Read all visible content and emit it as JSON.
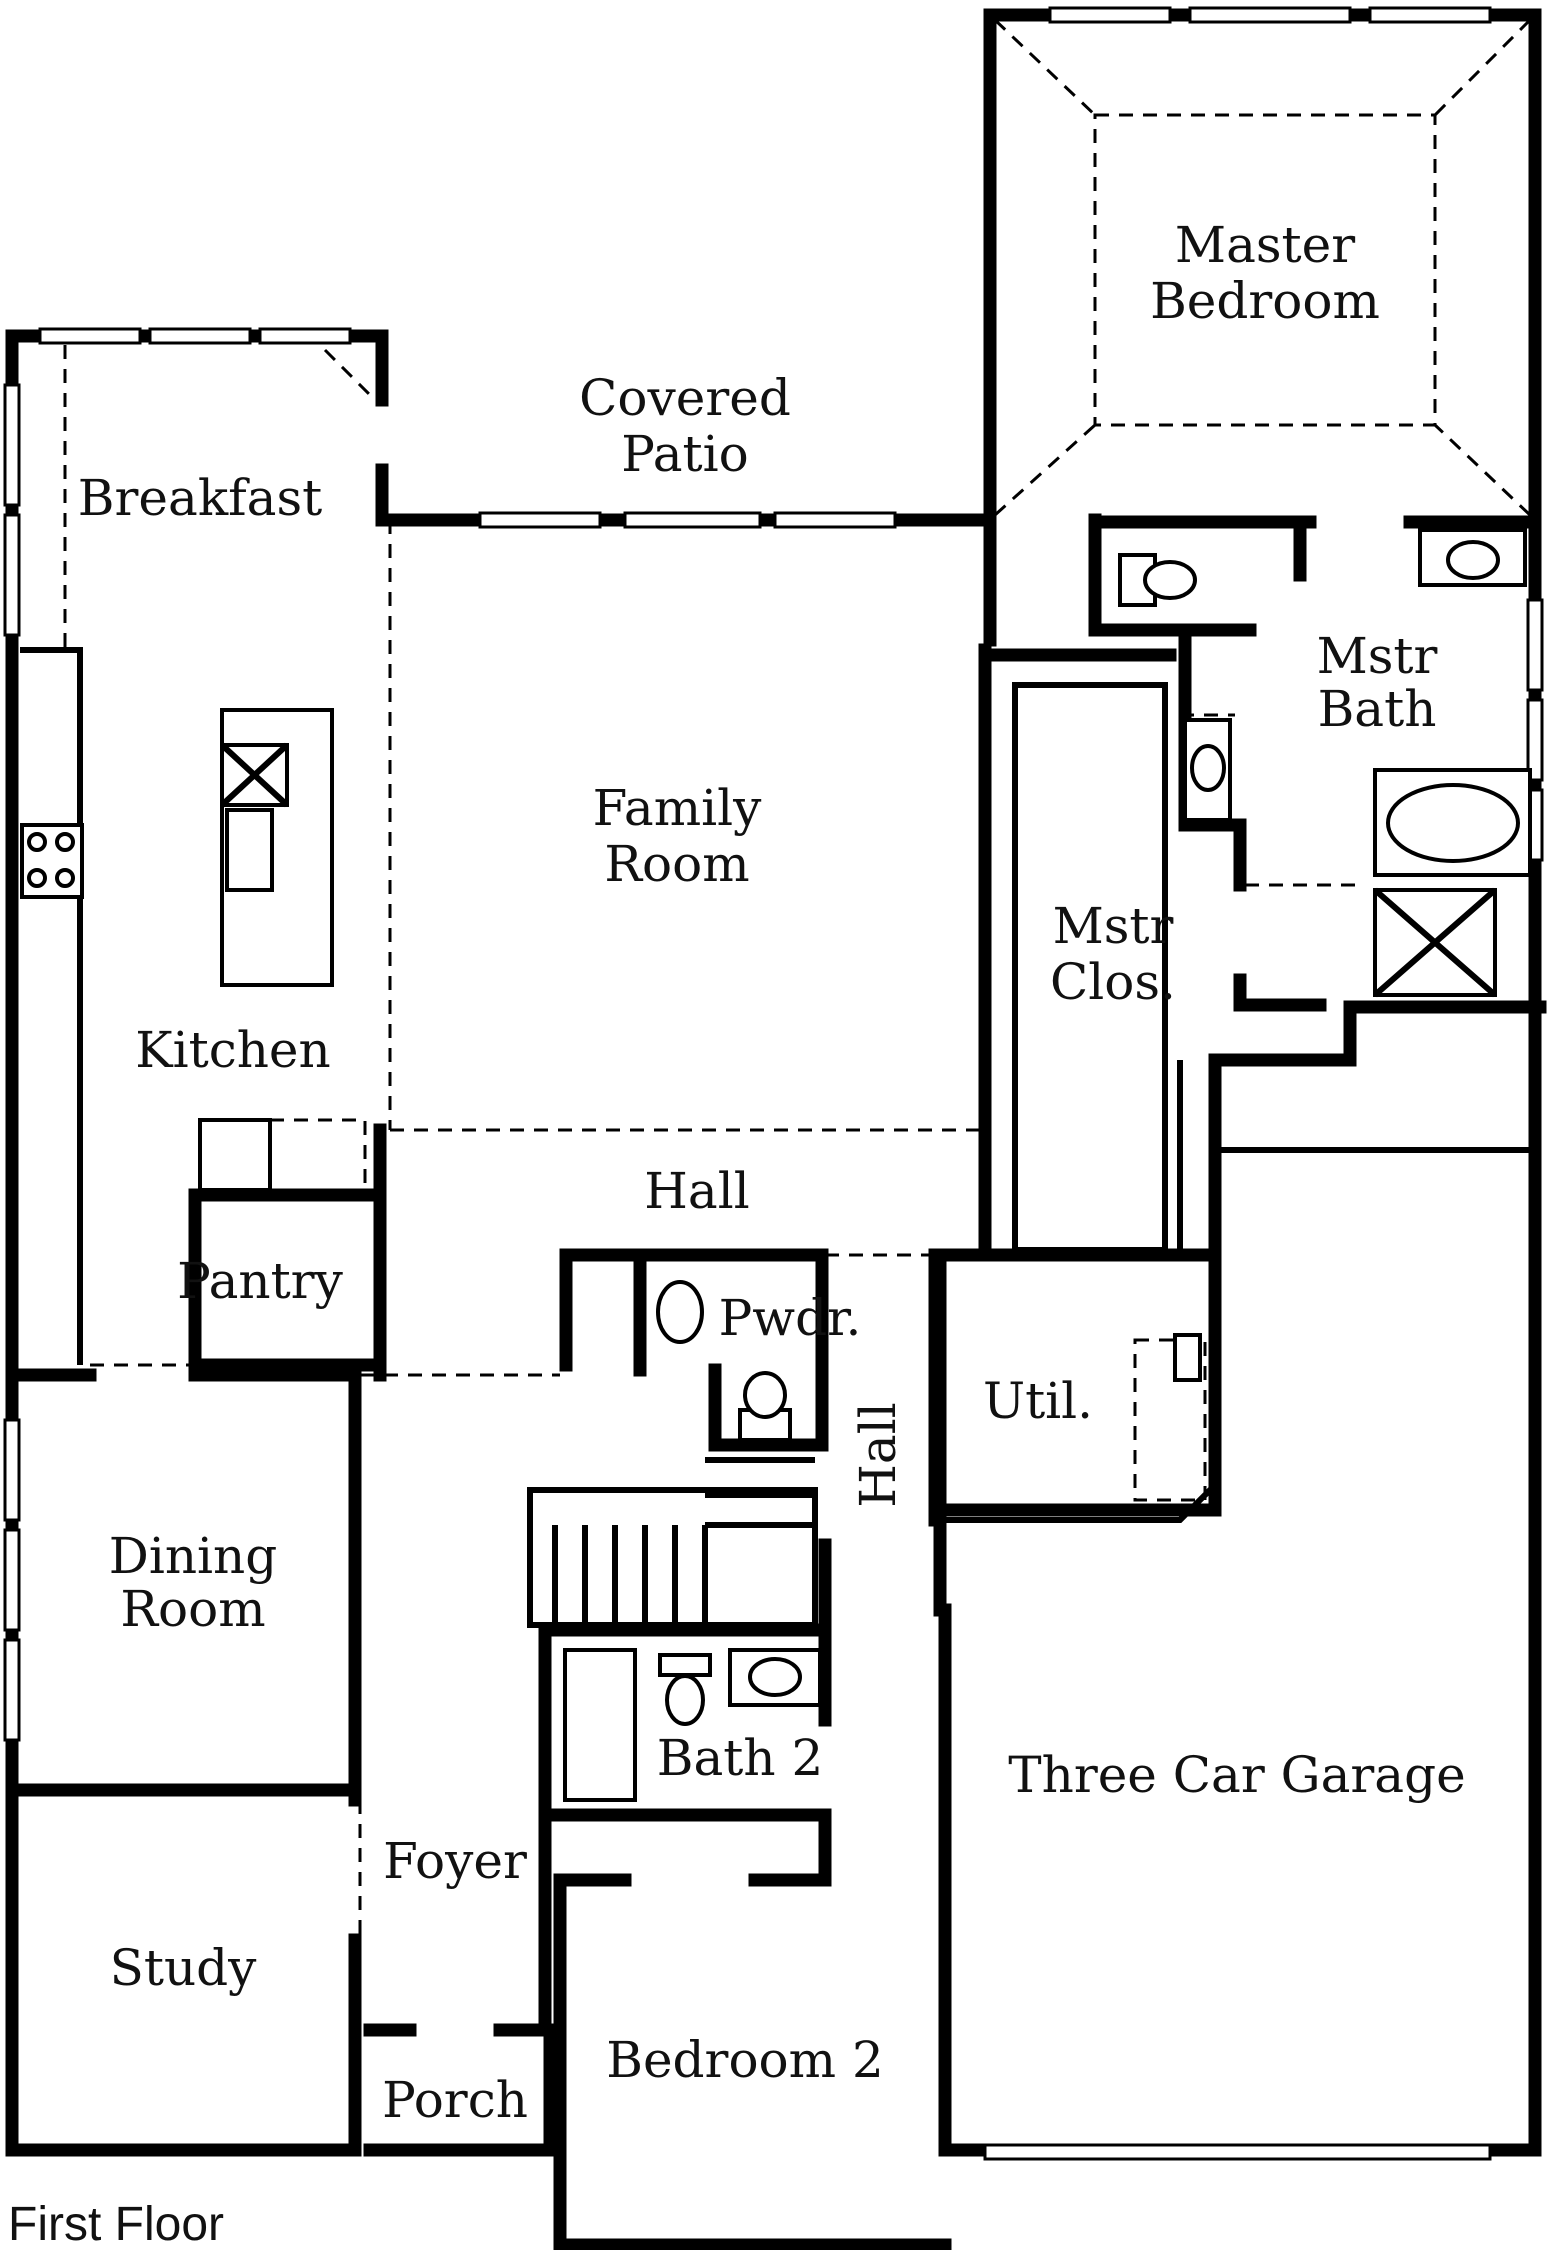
{
  "caption": "First Floor",
  "rooms": {
    "master_bedroom": [
      "Master",
      "Bedroom"
    ],
    "covered_patio": [
      "Covered",
      "Patio"
    ],
    "breakfast": "Breakfast",
    "family_room": [
      "Family",
      "Room"
    ],
    "mstr_bath": [
      "Mstr",
      "Bath"
    ],
    "mstr_clos": [
      "Mstr",
      "Clos."
    ],
    "kitchen": "Kitchen",
    "hall_upper": "Hall",
    "pantry": "Pantry",
    "pwdr": "Pwdr.",
    "util": "Util.",
    "hall_vertical": "Hall",
    "dining_room": [
      "Dining",
      "Room"
    ],
    "bath_2": "Bath 2",
    "three_car_garage": "Three Car Garage",
    "foyer": "Foyer",
    "study": "Study",
    "porch": "Porch",
    "bedroom_2": "Bedroom 2"
  }
}
